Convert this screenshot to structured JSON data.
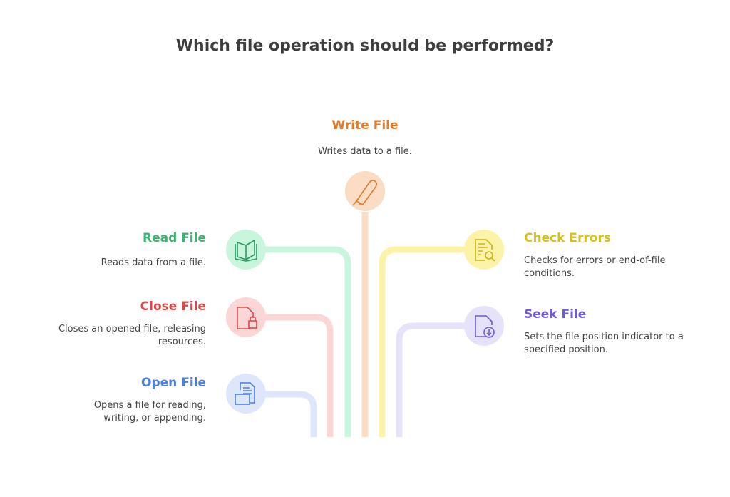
{
  "title": "Which file operation should be performed?",
  "nodes": {
    "write": {
      "label": "Write File",
      "desc": "Writes data to a file.",
      "color": "#e07b2a",
      "icon": "pen-icon"
    },
    "read": {
      "label": "Read File",
      "desc": "Reads data from a file.",
      "color": "#3cb371",
      "icon": "book-icon"
    },
    "close": {
      "label": "Close File",
      "desc": "Closes an opened file, releasing resources.",
      "color": "#e04848",
      "icon": "file-lock-icon"
    },
    "open": {
      "label": "Open File",
      "desc": "Opens a file for reading, writing, or appending.",
      "color": "#4a7fe0",
      "icon": "file-folder-icon"
    },
    "check": {
      "label": "Check Errors",
      "desc": "Checks for errors or end-of-file conditions.",
      "color": "#d4c11c",
      "icon": "file-search-icon"
    },
    "seek": {
      "label": "Seek File",
      "desc": "Sets the file position indicator to a specified position.",
      "color": "#7158d8",
      "icon": "file-download-icon"
    }
  }
}
